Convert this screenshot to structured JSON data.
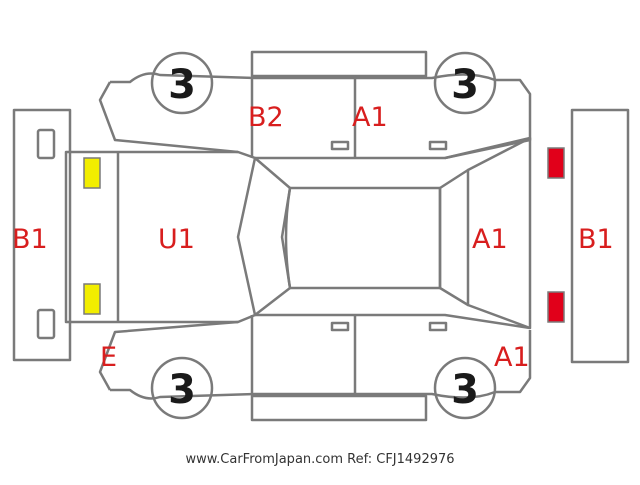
{
  "colors": {
    "outline": "#7a7a7a",
    "code_text": "#d81e1e",
    "yellow_light": "#f2ee00",
    "red_light": "#e1001a",
    "tyre_text": "#1a1a1a"
  },
  "icons": {
    "tyre": "circle-badge",
    "headlight": "yellow-rectangle",
    "taillight": "red-rectangle"
  },
  "labels": {
    "front_bumper": "B1",
    "hood": "U1",
    "front_left_corner": "E",
    "rear_left_door": "B2",
    "front_left_door": "A1",
    "tailgate": "A1",
    "rear_right_corner": "A1",
    "rear_bumper": "B1"
  },
  "tyres": {
    "front_left": "3",
    "rear_left": "3",
    "front_right": "3",
    "rear_right": "3"
  },
  "footer": "www.CarFromJapan.com Ref: CFJ1492976"
}
